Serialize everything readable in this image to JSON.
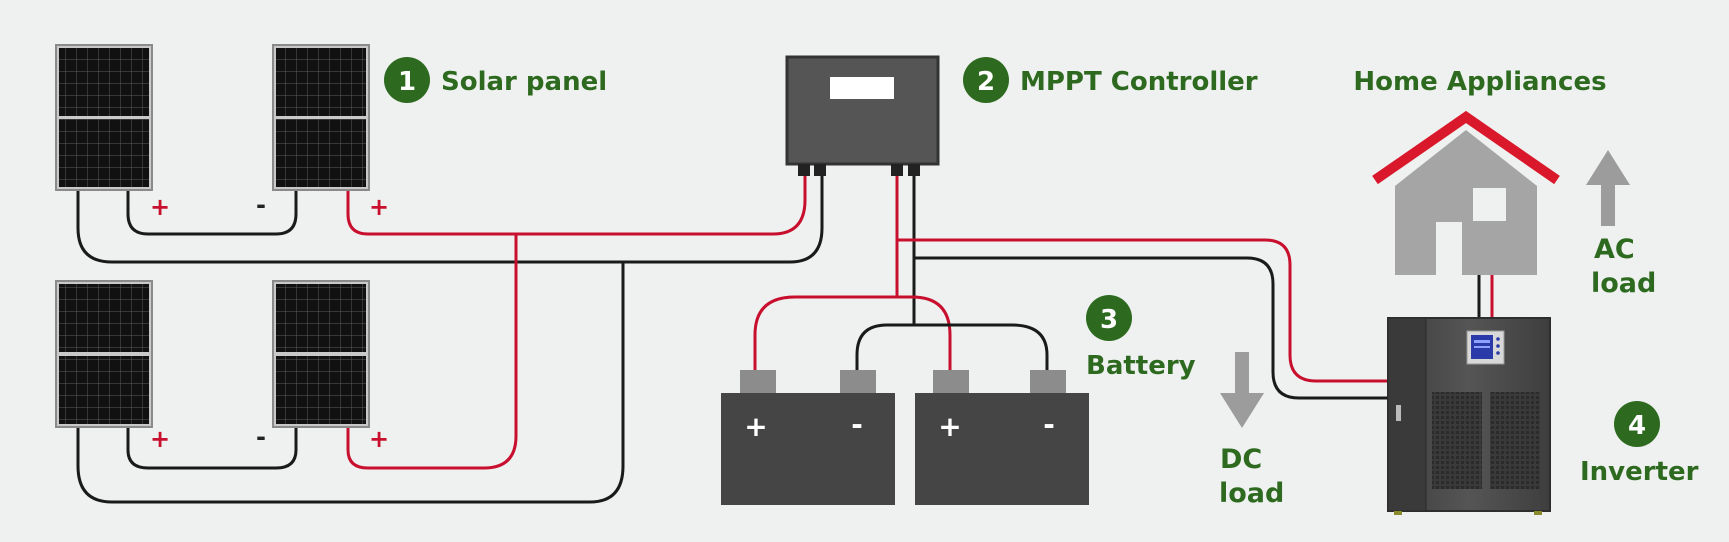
{
  "labels": {
    "solar_panel": {
      "number": "1",
      "text": "Solar panel"
    },
    "mppt_controller": {
      "number": "2",
      "text": "MPPT Controller"
    },
    "battery": {
      "number": "3",
      "text": "Battery"
    },
    "inverter": {
      "number": "4",
      "text": "Inverter"
    },
    "home_appliances": "Home Appliances",
    "ac_load": [
      "AC",
      "load"
    ],
    "dc_load": [
      "DC",
      "load"
    ]
  },
  "terminals": {
    "positive": "+",
    "negative": "-"
  },
  "colors": {
    "label_green": "#2d6a1f",
    "positive_wire": "#c8102e",
    "negative_wire": "#1a1a1a",
    "roof_red": "#d9182b",
    "house_gray": "#a5a5a5",
    "device_gray": "#4a4a4a"
  },
  "icons": [
    "solar-panel-icon",
    "mppt-controller-icon",
    "battery-icon",
    "house-icon",
    "inverter-icon",
    "arrow-up-icon",
    "arrow-down-icon"
  ]
}
